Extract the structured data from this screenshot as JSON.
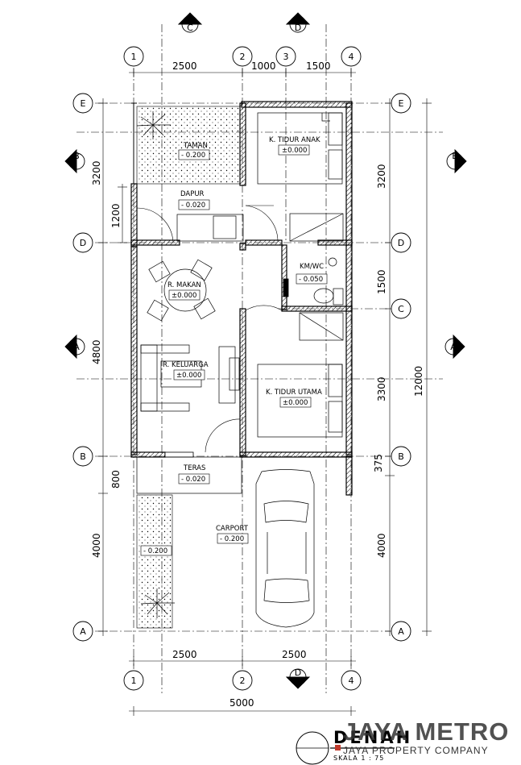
{
  "grid": {
    "col1": "1",
    "col2": "2",
    "col3": "3",
    "col4": "4",
    "rowE": "E",
    "rowD": "D",
    "rowC": "C",
    "rowB": "B",
    "rowA": "A"
  },
  "sections": {
    "secC": "C",
    "secD": "D",
    "secB": "B",
    "secA": "A"
  },
  "dimensions": {
    "top_2500": "2500",
    "top_1000": "1000",
    "top_1500": "1500",
    "bot_2500a": "2500",
    "bot_2500b": "2500",
    "bot_5000": "5000",
    "left_3200": "3200",
    "left_1200": "1200",
    "left_4800": "4800",
    "left_800": "800",
    "left_4000": "4000",
    "right_3200": "3200",
    "right_1500": "1500",
    "right_3300": "3300",
    "right_375": "375",
    "right_4000": "4000",
    "right_12000": "12000"
  },
  "rooms": {
    "taman": {
      "name": "TAMAN",
      "level": "- 0.200"
    },
    "dapur": {
      "name": "DAPUR",
      "level": "- 0.020"
    },
    "kamar_anak": {
      "name": "K. TIDUR ANAK",
      "level": "±0.000"
    },
    "kmwc": {
      "name": "KM/WC",
      "level": "- 0.050"
    },
    "makan": {
      "name": "R. MAKAN",
      "level": "±0.000"
    },
    "keluarga": {
      "name": "R. KELUARGA",
      "level": "±0.000"
    },
    "kamar_utama": {
      "name": "K. TIDUR UTAMA",
      "level": "±0.000"
    },
    "teras": {
      "name": "TERAS",
      "level": "- 0.020"
    },
    "carport": {
      "name": "CARPORT",
      "level": "- 0.200"
    },
    "carport_garden": {
      "level": "- 0.200"
    }
  },
  "title_block": {
    "title": "DENAH",
    "scale": "SKALA 1 : 75",
    "brand": "JAYA METRO",
    "brand_sub": "JAYA PROPERTY COMPANY"
  }
}
